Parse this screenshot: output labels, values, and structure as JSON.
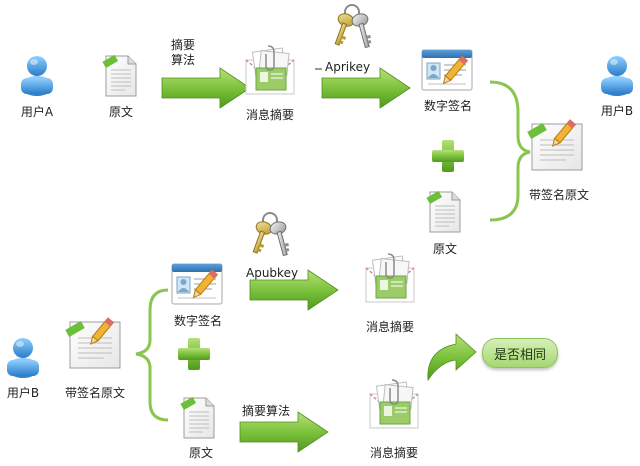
{
  "top": {
    "user_a": "用户A",
    "original": "原文",
    "hash_algorithm": "摘要\n算法",
    "digest": "消息摘要",
    "private_key": "Aprikey",
    "signature": "数字签名",
    "user_b": "用户B",
    "original_2": "原文",
    "signed_original": "带签名原文"
  },
  "bottom": {
    "user_b": "用户B",
    "signed_original": "带签名原文",
    "signature": "数字签名",
    "public_key": "Apubkey",
    "digest_1": "消息摘要",
    "original": "原文",
    "hash_algorithm": "摘要算法",
    "digest_2": "消息摘要",
    "result": "是否相同"
  },
  "colors": {
    "arrow_green": "#6ab52c",
    "plus_green": "#5aa92a",
    "bracket_green": "#8ac64f",
    "user_blue": "#3d8fd6",
    "result_green": "#a6d873"
  },
  "icons": {
    "user": "user-icon",
    "document": "text-document-icon",
    "envelope": "message-digest-envelope-icon",
    "id_card": "id-card-pen-icon",
    "keys": "keys-icon",
    "signed_document": "signed-document-icon",
    "plus": "plus-icon",
    "curved_arrow": "curved-arrow-icon"
  }
}
